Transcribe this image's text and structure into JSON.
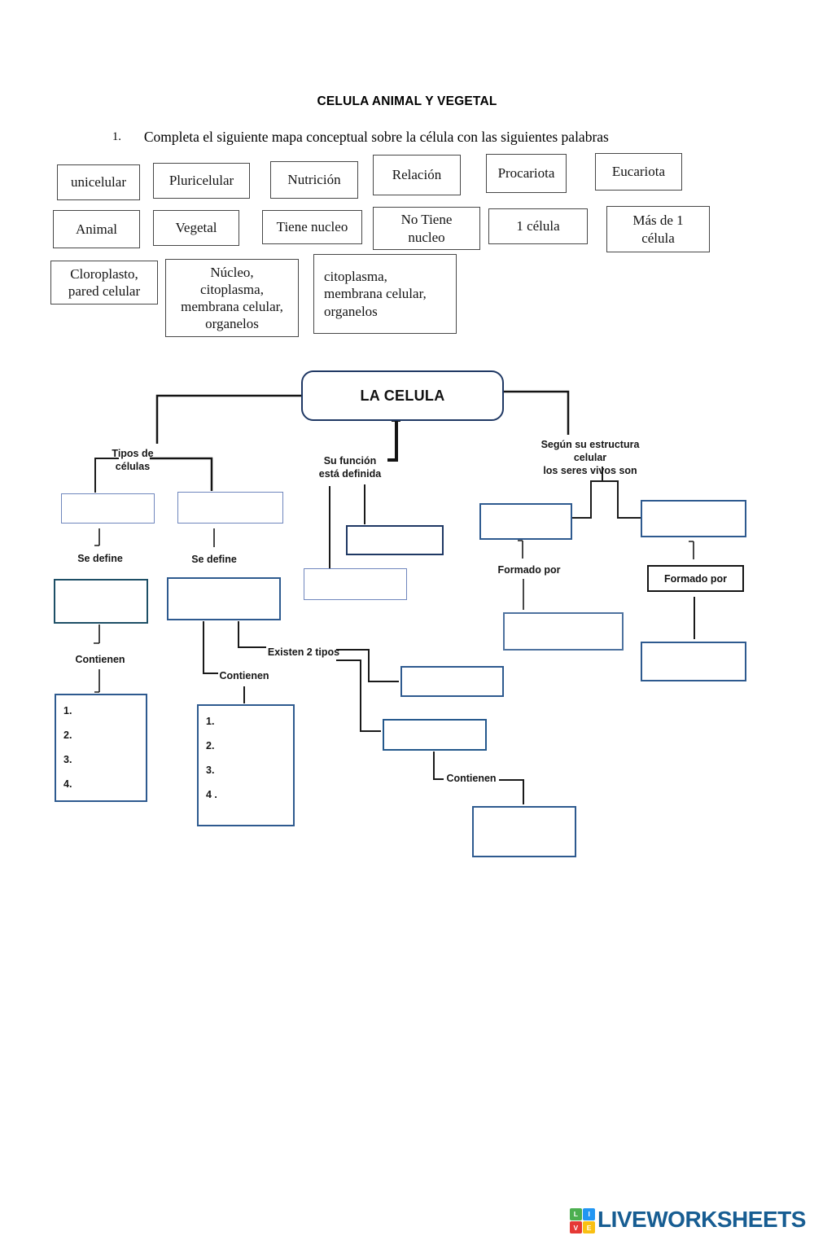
{
  "header": {
    "title": "CELULA ANIMAL Y VEGETAL",
    "instruction_number": "1.",
    "instruction_text": "Completa el siguiente mapa conceptual sobre la célula con las siguientes palabras"
  },
  "word_bank": {
    "row1": [
      "unicelular",
      "Pluricelular",
      "Nutrición",
      "Relación",
      "Procariota",
      "Eucariota"
    ],
    "row2": [
      "Animal",
      "Vegetal",
      "Tiene nucleo",
      "No Tiene\nnucleo",
      "1 célula",
      "Más de 1\ncélula"
    ],
    "row3": [
      "Cloroplasto,\npared celular",
      "Núcleo,\ncitoplasma,\nmembrana celular,\norganelos",
      "citoplasma,\nmembrana celular,\norganelos"
    ]
  },
  "concept_map": {
    "root_label": "LA CELULA",
    "tipos_label": "Tipos de\ncélulas",
    "se_define_left": "Se define",
    "se_define_right": "Se define",
    "funcion_label": "Su función\nestá definida",
    "estructura_label": "Según su estructura celular\nlos seres vivos son",
    "contienen_left": "Contienen",
    "contienen_middle": "Contienen",
    "contienen_bottom": "Contienen",
    "existen_label": "Existen 2 tipos",
    "formado_por_left": "Formado por",
    "formado_por_right": "Formado por",
    "list_left": [
      "1.",
      "2.",
      "3.",
      "4."
    ],
    "list_right": [
      "1.",
      "2.",
      "3.",
      "4 ."
    ]
  },
  "footer": {
    "brand": "LIVEWORKSHEETS",
    "squares": [
      {
        "letter": "L",
        "color": "#4caf50"
      },
      {
        "letter": "I",
        "color": "#2196f3"
      },
      {
        "letter": "V",
        "color": "#e53935"
      },
      {
        "letter": "E",
        "color": "#f9c013"
      }
    ]
  },
  "colors": {
    "box_border_blue": "#2e5a8f",
    "root_border": "#1f3864",
    "brand_text": "#175d92"
  }
}
